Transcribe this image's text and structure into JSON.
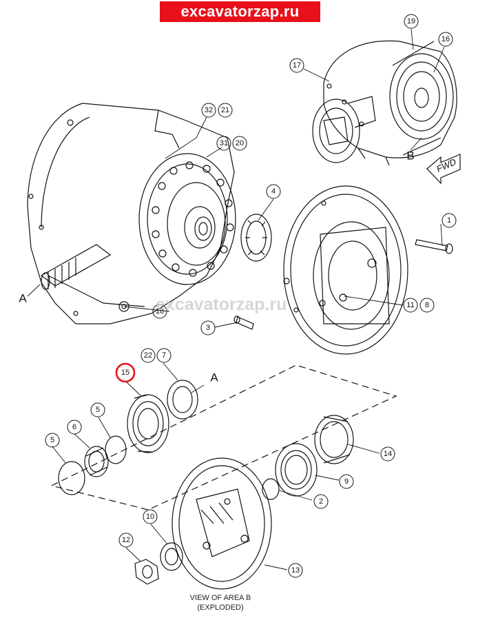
{
  "banner": {
    "text": "excavatorzap.ru",
    "color": "#e8101a"
  },
  "watermark": {
    "text": "excavatorzap.ru"
  },
  "caption": {
    "line1": "VIEW OF AREA B",
    "line2": "(EXPLODED)"
  },
  "direction_label": "FWD",
  "view_letters": {
    "a_top": "A",
    "a_left": "A",
    "b": "B"
  },
  "highlight_color": "#e8101a",
  "callouts": {
    "c19": "19",
    "c16": "16",
    "c17": "17",
    "c32": "32",
    "c21": "21",
    "c31": "31",
    "c20": "20",
    "c4": "4",
    "c1": "1",
    "c11": "11",
    "c8": "8",
    "c18": "18",
    "c3": "3",
    "c22": "22",
    "c7": "7",
    "c15": "15",
    "c5a": "5",
    "c6": "6",
    "c5b": "5",
    "c14": "14",
    "c9": "9",
    "c2": "2",
    "c10": "10",
    "c12": "12",
    "c13": "13"
  }
}
